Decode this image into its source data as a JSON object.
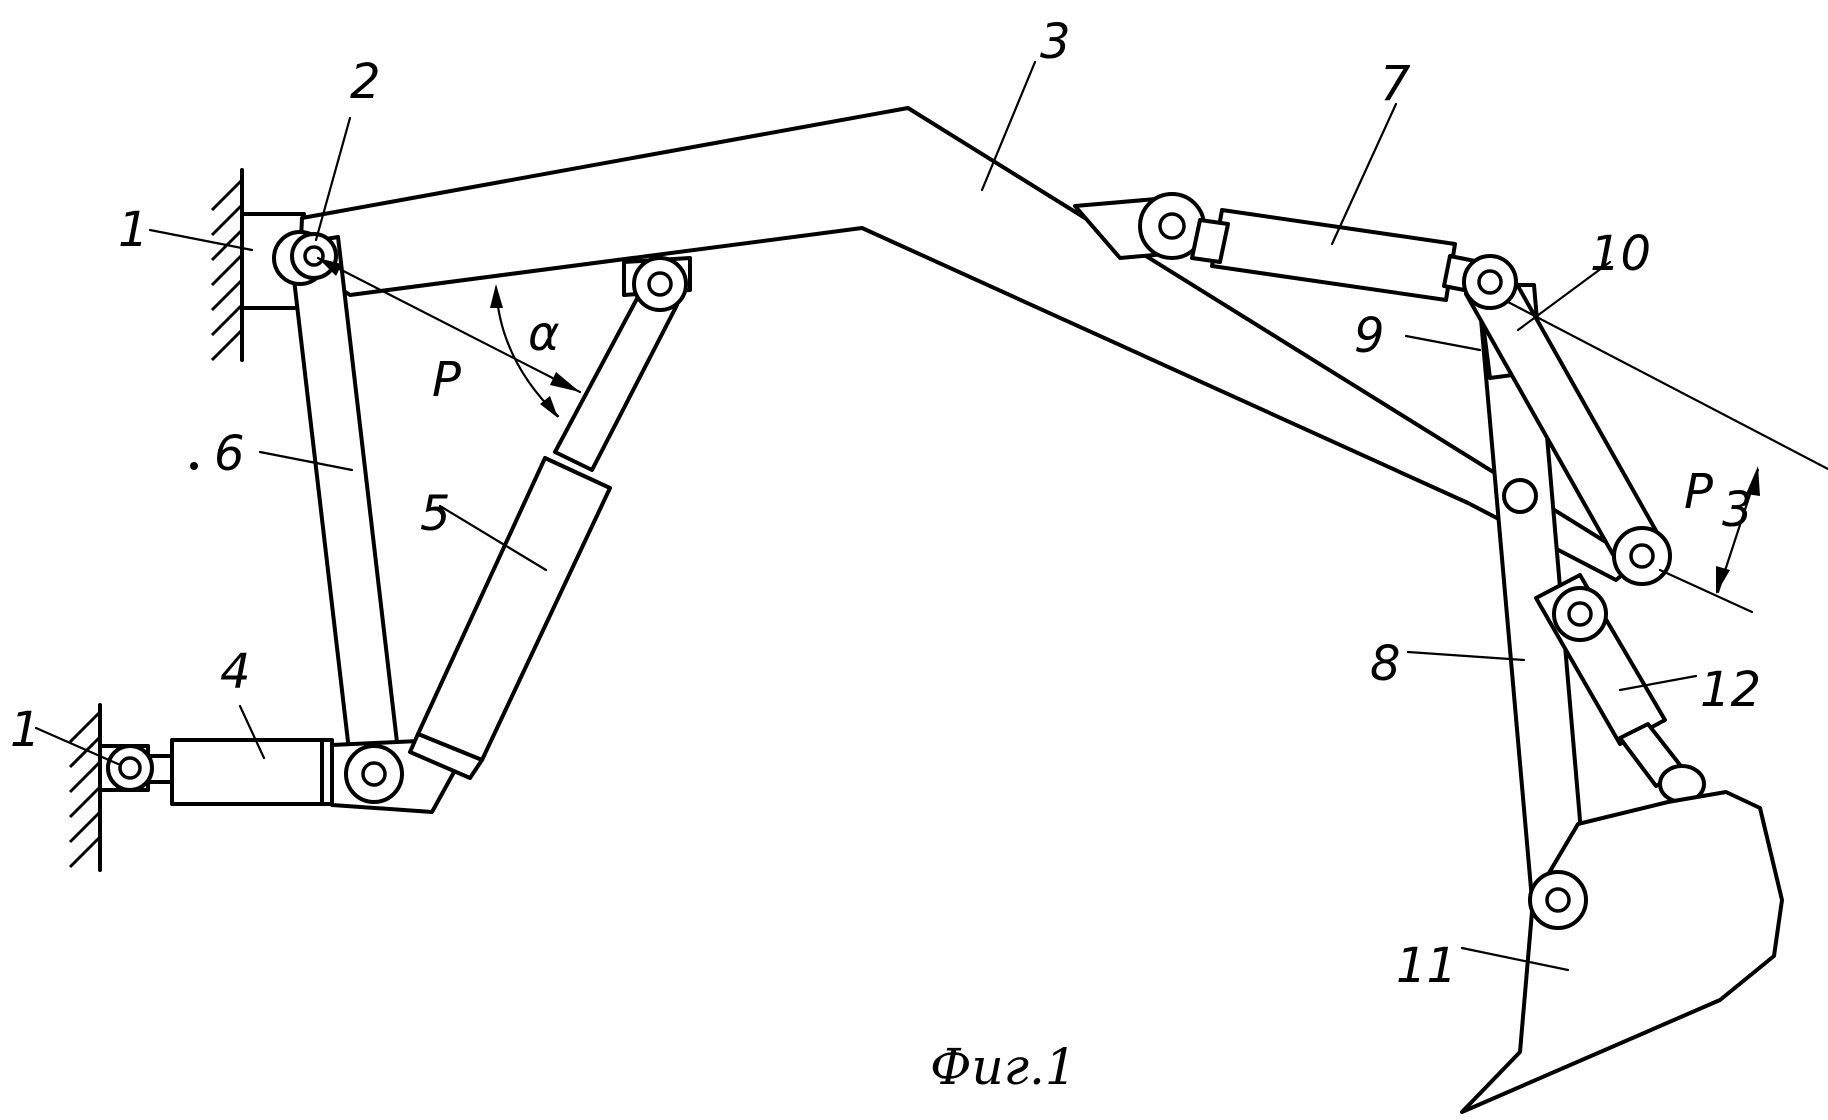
{
  "figure": {
    "caption": "Фиг.1",
    "labels": {
      "l1_top": "1",
      "l1_bottom": "1",
      "l2": "2",
      "l3": "3",
      "l4": "4",
      "l5": "5",
      "l6": "6",
      "l7": "7",
      "l8": "8",
      "l9": "9",
      "l10": "10",
      "l11": "11",
      "l12": "12",
      "p": "P",
      "alpha": "α",
      "p3": "P",
      "p3_sub": "3"
    }
  }
}
